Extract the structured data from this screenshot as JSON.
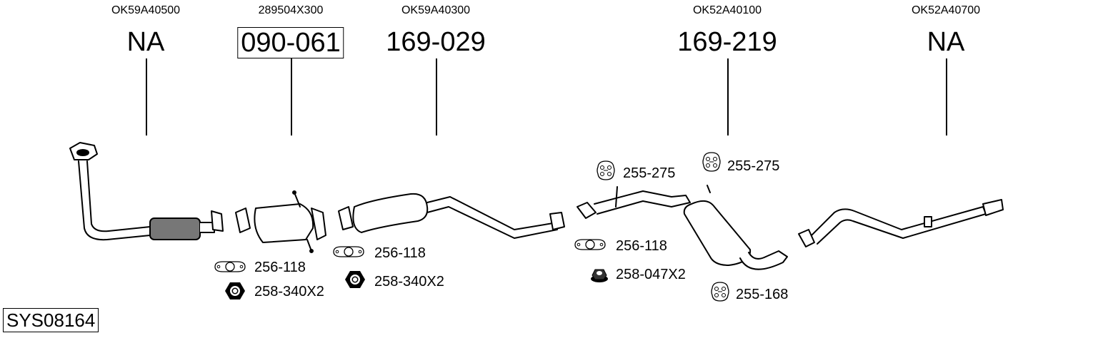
{
  "system": {
    "code": "SYS08164"
  },
  "components": [
    {
      "oem": "OK59A40500",
      "part": "NA",
      "boxed": false,
      "name": "front-pipe"
    },
    {
      "oem": "289504X300",
      "part": "090-061",
      "boxed": true,
      "name": "catalytic-converter"
    },
    {
      "oem": "OK59A40300",
      "part": "169-029",
      "boxed": false,
      "name": "centre-silencer"
    },
    {
      "oem": "OK52A40100",
      "part": "169-219",
      "boxed": false,
      "name": "rear-silencer"
    },
    {
      "oem": "OK52A40700",
      "part": "NA",
      "boxed": false,
      "name": "tail-pipe"
    }
  ],
  "accessories": [
    {
      "part": "256-118",
      "icon": "gasket-icon",
      "group": "catalytic-converter"
    },
    {
      "part": "258-340X2",
      "icon": "hex-nut-icon",
      "group": "catalytic-converter"
    },
    {
      "part": "256-118",
      "icon": "gasket-icon",
      "group": "centre-silencer"
    },
    {
      "part": "258-340X2",
      "icon": "hex-nut-icon",
      "group": "centre-silencer"
    },
    {
      "part": "255-275",
      "icon": "rubber-hanger-icon",
      "group": "rear-silencer"
    },
    {
      "part": "255-275",
      "icon": "rubber-hanger-icon",
      "group": "rear-silencer"
    },
    {
      "part": "256-118",
      "icon": "gasket-icon",
      "group": "rear-silencer"
    },
    {
      "part": "258-047X2",
      "icon": "flange-nut-icon",
      "group": "rear-silencer"
    },
    {
      "part": "255-168",
      "icon": "rubber-hanger-icon",
      "group": "rear-silencer"
    }
  ]
}
